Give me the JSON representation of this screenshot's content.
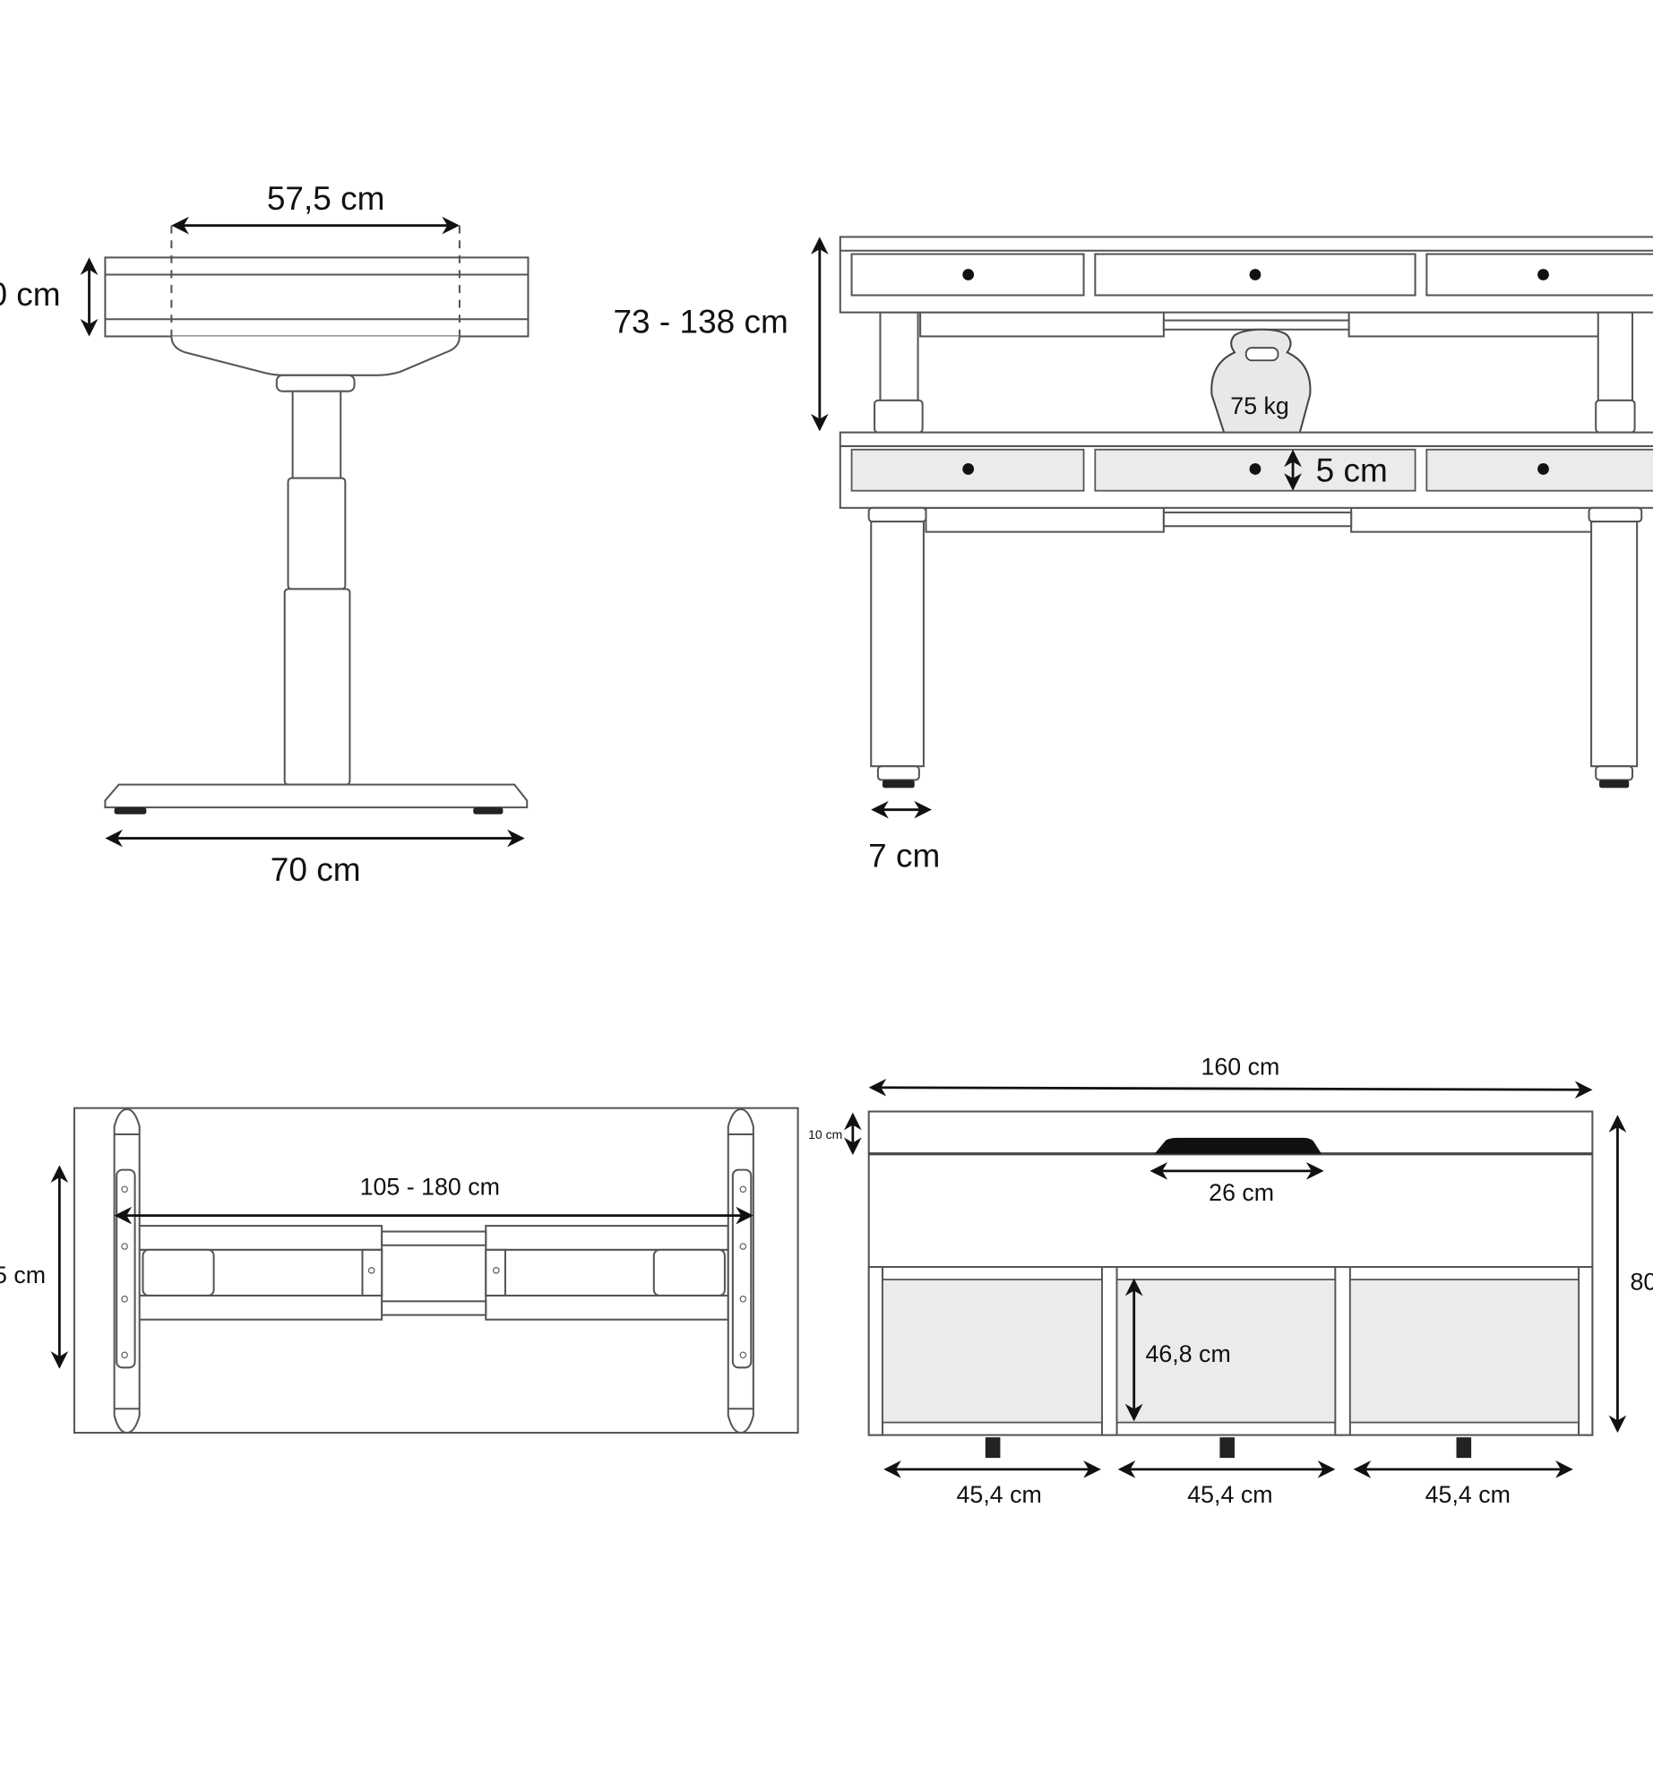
{
  "side_view": {
    "top_width_label": "57,5 cm",
    "top_thickness_label": "0 cm",
    "base_width_label": "70 cm"
  },
  "front_view": {
    "height_range_label": "73 - 138 cm",
    "load_label": "75 kg",
    "top_thickness_label": "5 cm",
    "leg_width_label": "7 cm"
  },
  "top_view": {
    "frame_width_label": "105 - 180 cm",
    "depth_label": "5 cm"
  },
  "desk_top_view": {
    "width_label": "160 cm",
    "edge_label": "10 cm",
    "cutout_label": "26 cm",
    "compartment_height_label": "46,8 cm",
    "depth_label": "80",
    "compartment_width_labels": [
      "45,4 cm",
      "45,4 cm",
      "45,4 cm"
    ]
  },
  "colors": {
    "line": "#555555",
    "panel_fill": "#ebebeb",
    "ink": "#111111"
  }
}
